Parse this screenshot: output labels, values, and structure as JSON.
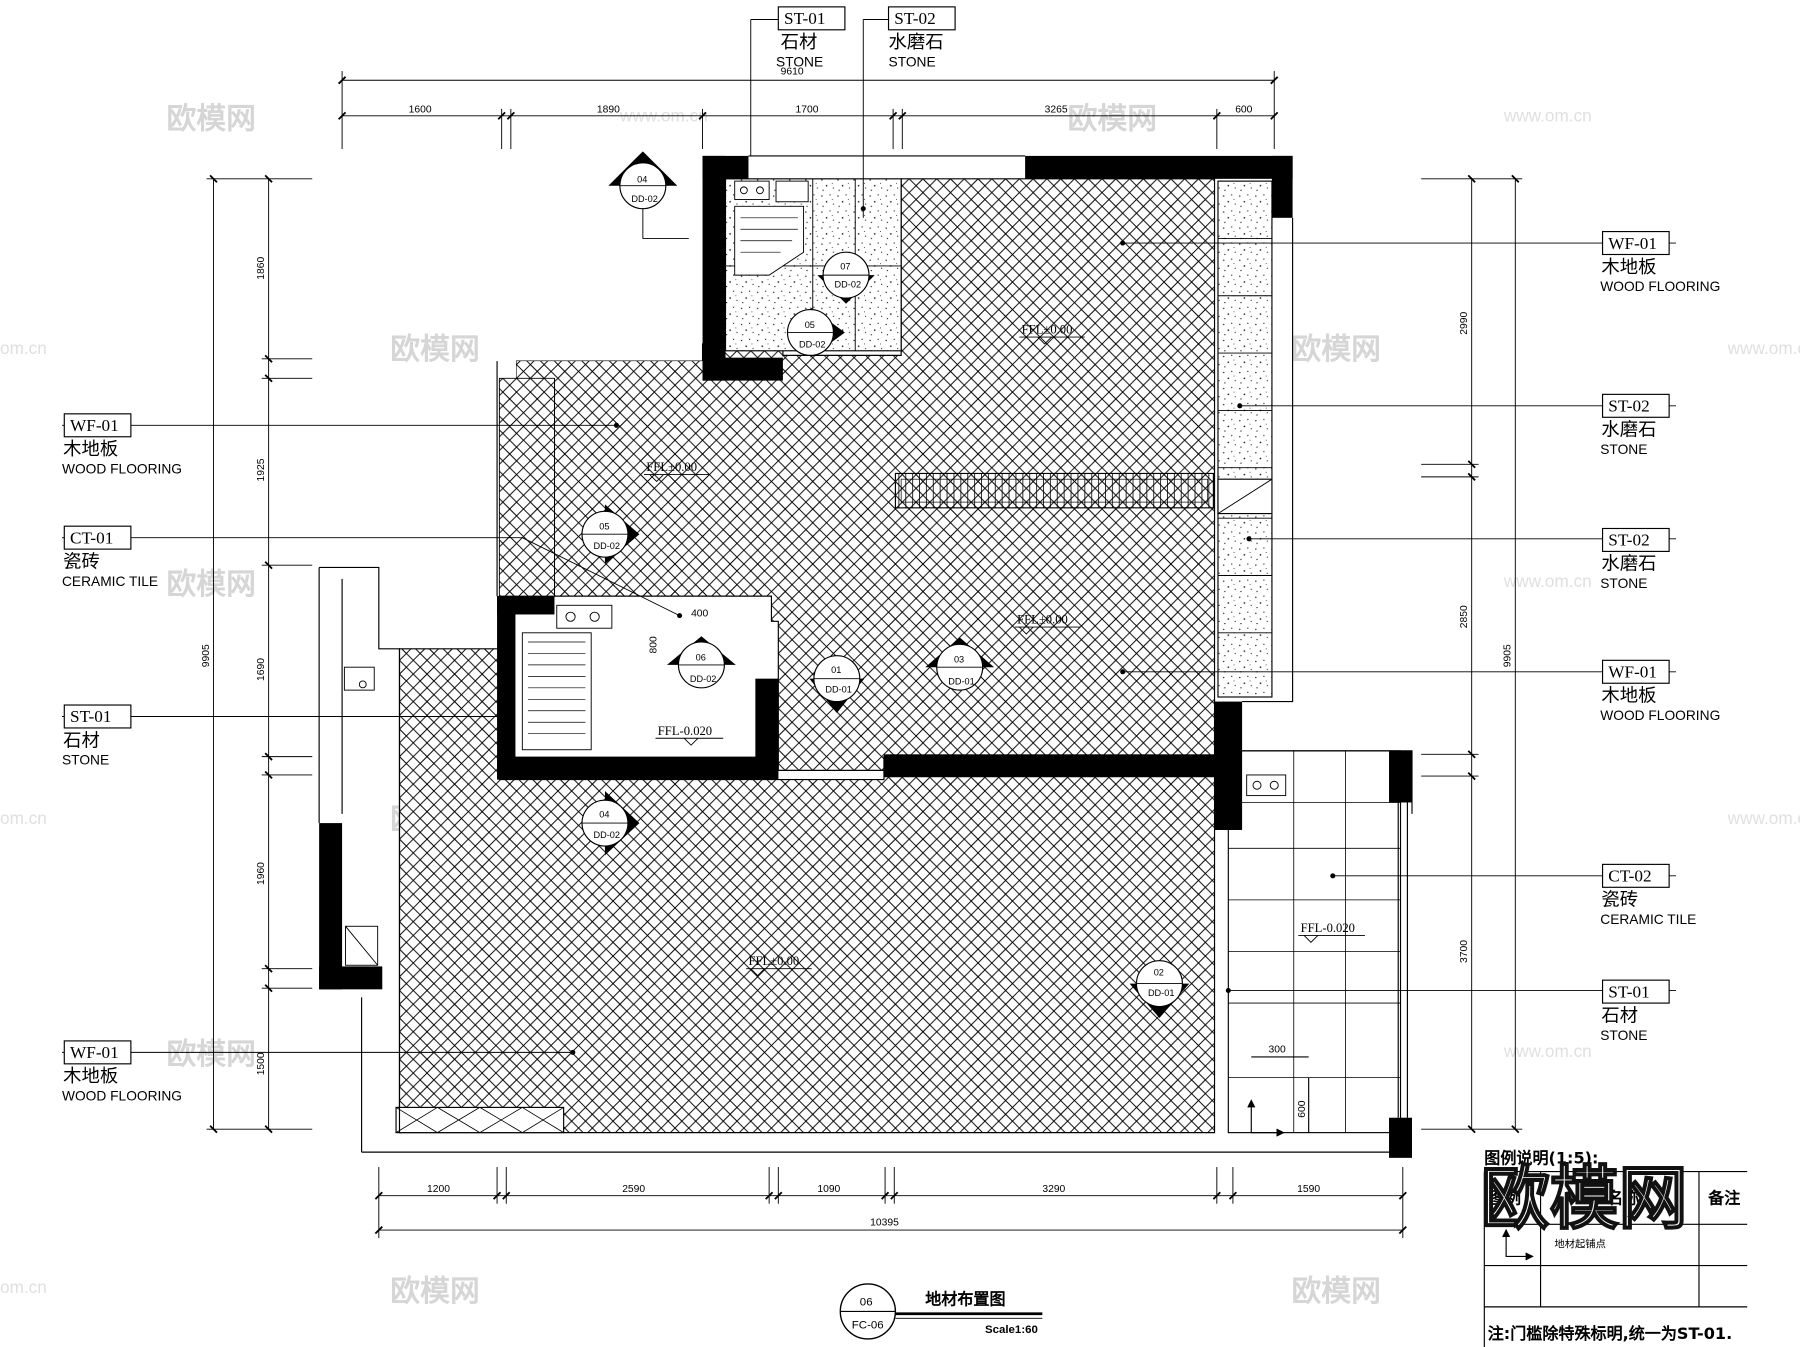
{
  "drawing": {
    "title": "地材布置图",
    "number": "06",
    "sheet": "FC-06",
    "scale": "Scale1:60"
  },
  "dims": {
    "top_total": "9610",
    "top": [
      "1600",
      "1890",
      "1700",
      "3265",
      "600"
    ],
    "bottom": [
      "1200",
      "2590",
      "1090",
      "3290",
      "1590"
    ],
    "bottom_total": "10395",
    "left_total": "9905",
    "left": [
      "1860",
      "1925",
      "1690",
      "1960",
      "1500"
    ],
    "right_total": "9905",
    "right": [
      "2990",
      "2850",
      "3700"
    ],
    "interior": [
      "400",
      "800",
      "300",
      "600"
    ]
  },
  "labels": {
    "st01_top": {
      "code": "ST-01",
      "cn": "石材",
      "en": "STONE"
    },
    "st02_top": {
      "code": "ST-02",
      "cn": "水磨石",
      "en": "STONE"
    },
    "wf01_left1": {
      "code": "WF-01",
      "cn": "木地板",
      "en": "WOOD FLOORING"
    },
    "ct01_left": {
      "code": "CT-01",
      "cn": "瓷砖",
      "en": "CERAMIC TILE"
    },
    "st01_left": {
      "code": "ST-01",
      "cn": "石材",
      "en": "STONE"
    },
    "wf01_left2": {
      "code": "WF-01",
      "cn": "木地板",
      "en": "WOOD FLOORING"
    },
    "wf01_right1": {
      "code": "WF-01",
      "cn": "木地板",
      "en": "WOOD FLOORING"
    },
    "st02_right1": {
      "code": "ST-02",
      "cn": "水磨石",
      "en": "STONE"
    },
    "st02_right2": {
      "code": "ST-02",
      "cn": "水磨石",
      "en": "STONE"
    },
    "wf01_right2": {
      "code": "WF-01",
      "cn": "木地板",
      "en": "WOOD FLOORING"
    },
    "ct02_right": {
      "code": "CT-02",
      "cn": "瓷砖",
      "en": "CERAMIC TILE"
    },
    "st01_right": {
      "code": "ST-01",
      "cn": "石材",
      "en": "STONE"
    }
  },
  "ffl": {
    "top": "FFL±0.00",
    "left": "FFL±0.00",
    "center": "FFL±0.00",
    "bath": "FFL-0.020",
    "bottom": "FFL±0.00",
    "balcony": "FFL-0.020"
  },
  "symbols": [
    {
      "num": "04",
      "ref": "DD-02"
    },
    {
      "num": "07",
      "ref": "DD-02"
    },
    {
      "num": "05",
      "ref": "DD-02"
    },
    {
      "num": "05",
      "ref": "DD-02"
    },
    {
      "num": "06",
      "ref": "DD-02"
    },
    {
      "num": "01",
      "ref": "DD-01"
    },
    {
      "num": "03",
      "ref": "DD-01"
    },
    {
      "num": "04",
      "ref": "DD-02"
    },
    {
      "num": "02",
      "ref": "DD-01"
    }
  ],
  "legend": {
    "title": "图例说明(1:5):",
    "col1": "图例",
    "col2": "名称",
    "col3": "备注",
    "row1": "地材起铺点",
    "note": "注:门槛除特殊标明,统一为ST-01."
  },
  "watermark": {
    "text": "欧模网",
    "url": "www.om.cn",
    "url_edge": "om.cn"
  }
}
